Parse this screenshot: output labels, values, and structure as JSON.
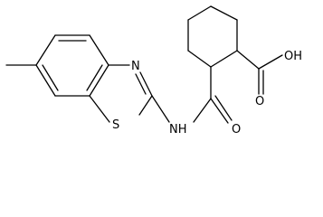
{
  "atoms": {
    "sulfur": "S",
    "nitrogen_ring": "N",
    "amide_nh": "NH",
    "amide_oxygen": "O",
    "acid_oh": "OH",
    "acid_oxygen": "O"
  },
  "colors": {
    "bond": "#000000",
    "text": "#000000",
    "background": "#ffffff"
  }
}
